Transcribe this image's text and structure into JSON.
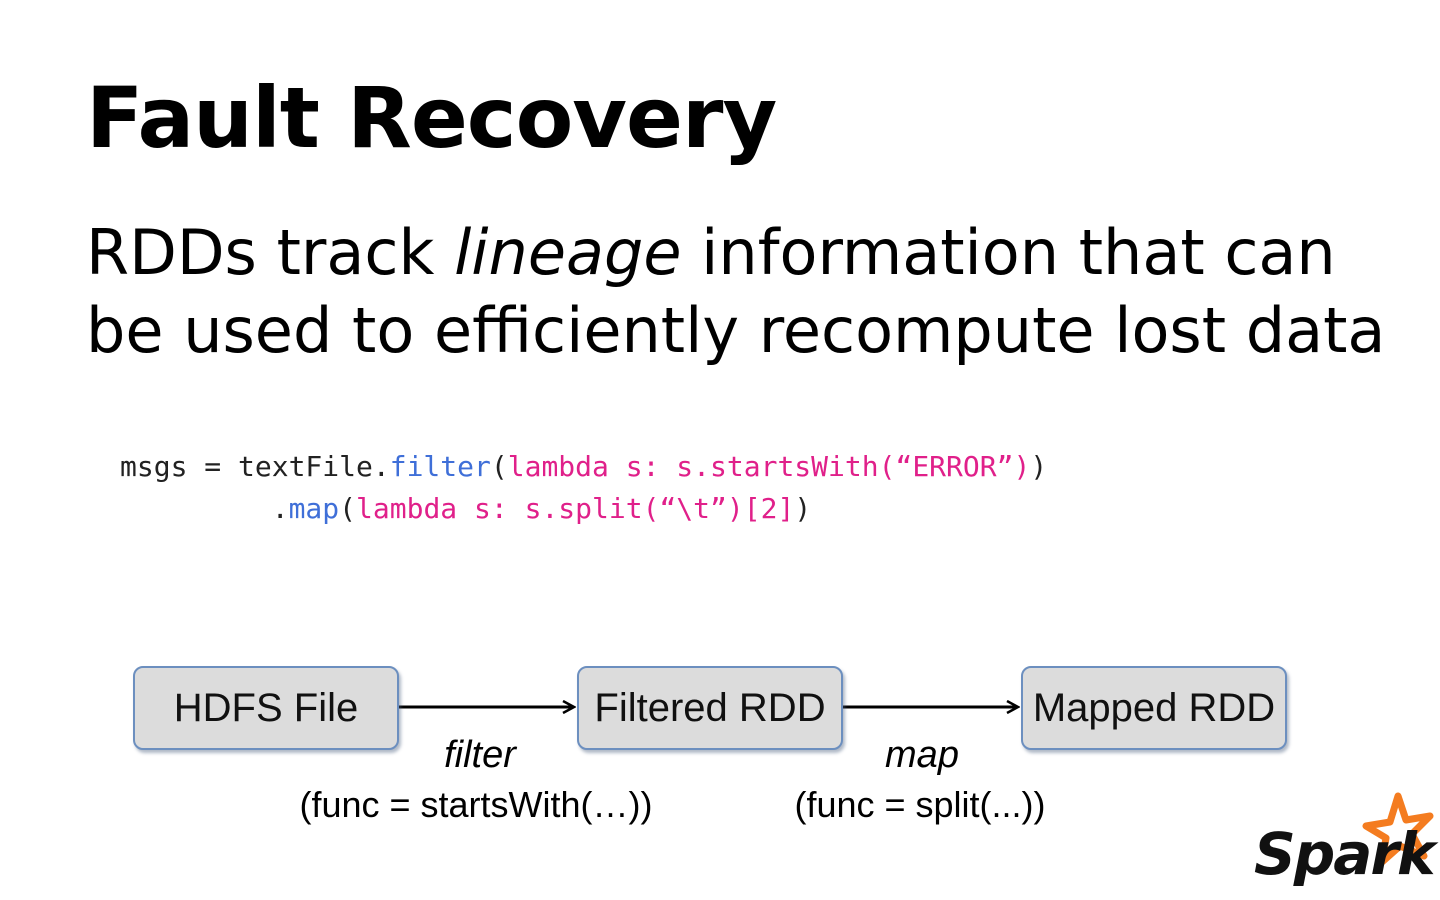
{
  "slide": {
    "title": "Fault Recovery",
    "body_before": "RDDs track ",
    "body_emphasis": "lineage",
    "body_after": " information that can be used to efficiently recompute lost data"
  },
  "code": {
    "line1": {
      "lhs": "msgs = textFile.",
      "method": "filter",
      "open": "(",
      "lambda": "lambda s: s.startsWith(“ERROR”)",
      "close": ")"
    },
    "line2": {
      "indent": "         .",
      "method": "map",
      "open": "(",
      "lambda": "lambda s: s.split(“\\t”)[2]",
      "close": ")"
    }
  },
  "diagram": {
    "nodes": [
      "HDFS File",
      "Filtered RDD",
      "Mapped RDD"
    ],
    "edges": [
      {
        "op": "filter",
        "func": "(func = startsWith(…))"
      },
      {
        "op": "map",
        "func": "(func = split(...))"
      }
    ]
  },
  "logo": {
    "text": "Spark",
    "icon": "spark-star-icon",
    "star_color": "#f47c20"
  },
  "colors": {
    "keyword": "#3f6fd8",
    "lambda": "#e0208a",
    "box_fill": "#dcdcdc",
    "box_border": "#6c8fbf"
  }
}
